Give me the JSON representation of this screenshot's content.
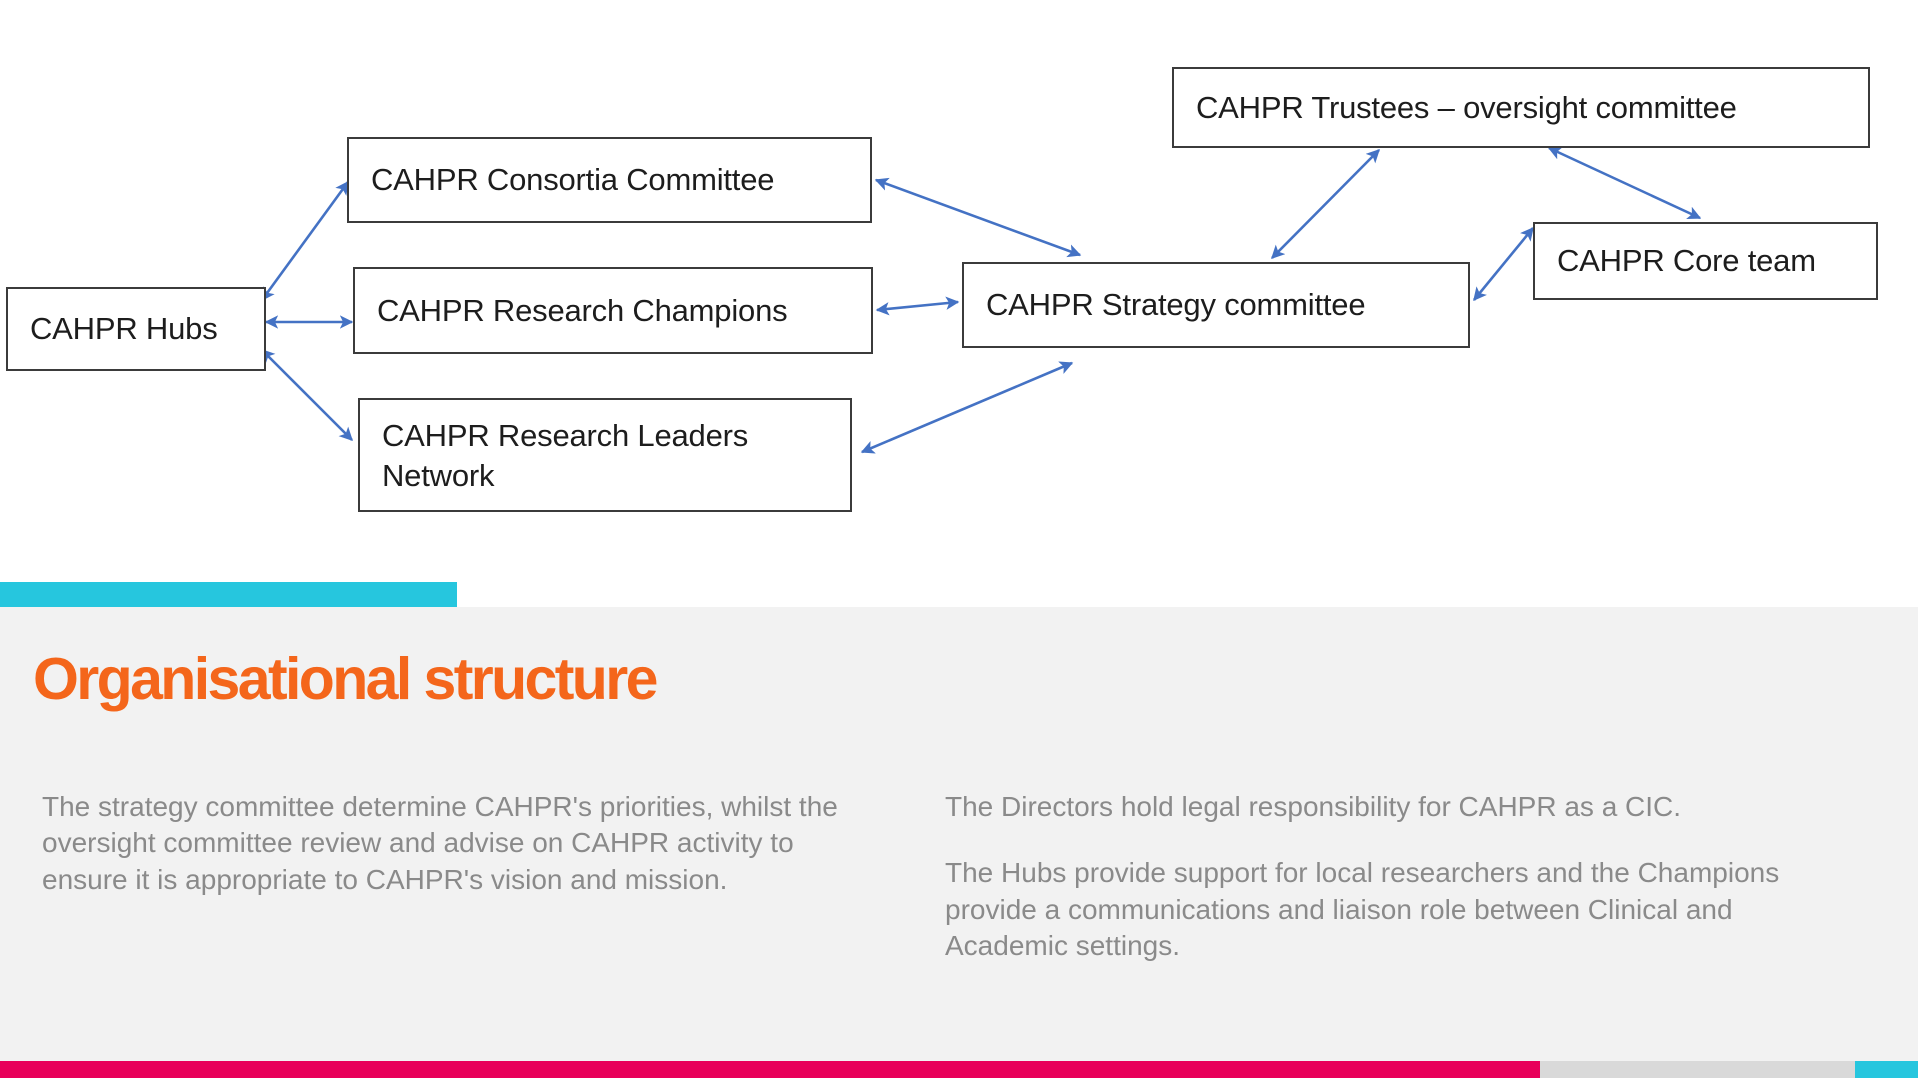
{
  "slide": {
    "title": "Organisational structure",
    "title_color": "#F4661B",
    "accent_cyan": "#26C6DE",
    "panel_bg": "#f2f2f2",
    "arrow_color": "#4472C4"
  },
  "diagram": {
    "boxes": [
      {
        "id": "hubs",
        "label": "CAHPR Hubs"
      },
      {
        "id": "consortia",
        "label": "CAHPR Consortia Committee"
      },
      {
        "id": "champions",
        "label": "CAHPR Research Champions"
      },
      {
        "id": "leaders",
        "label": "CAHPR Research Leaders\nNetwork"
      },
      {
        "id": "strategy",
        "label": "CAHPR Strategy committee"
      },
      {
        "id": "trustees",
        "label": "CAHPR Trustees – oversight committee"
      },
      {
        "id": "core",
        "label": "CAHPR Core team"
      }
    ],
    "connections": [
      {
        "from": "hubs",
        "to": "consortia",
        "type": "double-arrow"
      },
      {
        "from": "hubs",
        "to": "champions",
        "type": "double-arrow"
      },
      {
        "from": "hubs",
        "to": "leaders",
        "type": "double-arrow"
      },
      {
        "from": "consortia",
        "to": "strategy",
        "type": "double-arrow"
      },
      {
        "from": "champions",
        "to": "strategy",
        "type": "double-arrow"
      },
      {
        "from": "leaders",
        "to": "strategy",
        "type": "double-arrow"
      },
      {
        "from": "trustees",
        "to": "strategy",
        "type": "double-arrow"
      },
      {
        "from": "trustees",
        "to": "core",
        "type": "double-arrow"
      },
      {
        "from": "core",
        "to": "strategy",
        "type": "double-arrow"
      }
    ]
  },
  "body": {
    "left_paragraphs": [
      "The strategy committee determine CAHPR's priorities, whilst the oversight committee review and advise on CAHPR activity to ensure it is appropriate to CAHPR's vision and mission."
    ],
    "right_paragraphs": [
      "The Directors hold legal responsibility for CAHPR as a CIC.",
      "The Hubs provide support for local researchers and the Champions provide a communications and liaison role between Clinical and Academic settings."
    ]
  },
  "bottom_strip": {
    "pink": "#E8005A",
    "grey": "#d9d9d9",
    "cyan": "#26C6DE"
  }
}
